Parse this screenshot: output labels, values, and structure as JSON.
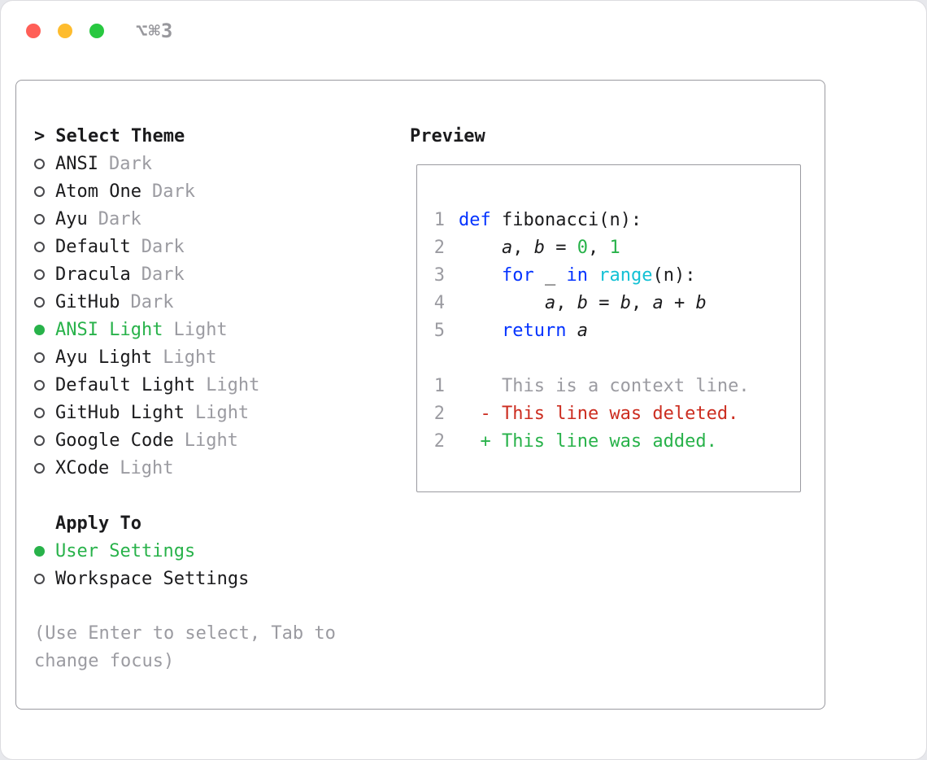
{
  "window": {
    "title": "⌥⌘3"
  },
  "colors": {
    "text": "#1b1b1d",
    "muted_gray": "#9b9ba1",
    "accent_green": "#28b24a",
    "keyword_blue": "#0433ff",
    "builtin_cyan": "#13c1d5",
    "deleted_red": "#cc2d20",
    "border": "#9a9aa0",
    "traffic_red": "#ff5f57",
    "traffic_yellow": "#febc2e",
    "traffic_green": "#28c840"
  },
  "theme_picker": {
    "header_prefix": ">",
    "header": "Select Theme",
    "items": [
      {
        "name": "ANSI",
        "variant": "Dark",
        "selected": false
      },
      {
        "name": "Atom One",
        "variant": "Dark",
        "selected": false
      },
      {
        "name": "Ayu",
        "variant": "Dark",
        "selected": false
      },
      {
        "name": "Default",
        "variant": "Dark",
        "selected": false
      },
      {
        "name": "Dracula",
        "variant": "Dark",
        "selected": false
      },
      {
        "name": "GitHub",
        "variant": "Dark",
        "selected": false
      },
      {
        "name": "ANSI Light",
        "variant": "Light",
        "selected": true
      },
      {
        "name": "Ayu Light",
        "variant": "Light",
        "selected": false
      },
      {
        "name": "Default Light",
        "variant": "Light",
        "selected": false
      },
      {
        "name": "GitHub Light",
        "variant": "Light",
        "selected": false
      },
      {
        "name": "Google Code",
        "variant": "Light",
        "selected": false
      },
      {
        "name": "XCode",
        "variant": "Light",
        "selected": false
      }
    ]
  },
  "apply_to": {
    "header": "Apply To",
    "options": [
      {
        "label": "User Settings",
        "selected": true
      },
      {
        "label": "Workspace Settings",
        "selected": false
      }
    ]
  },
  "hint": "(Use Enter to select, Tab to change focus)",
  "preview": {
    "header": "Preview",
    "code_lines": [
      {
        "num": "1",
        "tokens": [
          {
            "t": "def",
            "c": "kw"
          },
          {
            "t": " fibonacci(n):",
            "c": "plain"
          }
        ]
      },
      {
        "num": "2",
        "tokens": [
          {
            "t": "    ",
            "c": "plain"
          },
          {
            "t": "a",
            "c": "var"
          },
          {
            "t": ", ",
            "c": "plain"
          },
          {
            "t": "b",
            "c": "var"
          },
          {
            "t": " = ",
            "c": "plain"
          },
          {
            "t": "0",
            "c": "num"
          },
          {
            "t": ", ",
            "c": "plain"
          },
          {
            "t": "1",
            "c": "num"
          }
        ]
      },
      {
        "num": "3",
        "tokens": [
          {
            "t": "    ",
            "c": "plain"
          },
          {
            "t": "for",
            "c": "kw"
          },
          {
            "t": " _ ",
            "c": "plain"
          },
          {
            "t": "in",
            "c": "kw"
          },
          {
            "t": " ",
            "c": "plain"
          },
          {
            "t": "range",
            "c": "builtin"
          },
          {
            "t": "(n):",
            "c": "plain"
          }
        ]
      },
      {
        "num": "4",
        "tokens": [
          {
            "t": "        ",
            "c": "plain"
          },
          {
            "t": "a",
            "c": "var"
          },
          {
            "t": ", ",
            "c": "plain"
          },
          {
            "t": "b",
            "c": "var"
          },
          {
            "t": " = ",
            "c": "plain"
          },
          {
            "t": "b",
            "c": "var"
          },
          {
            "t": ", ",
            "c": "plain"
          },
          {
            "t": "a",
            "c": "var"
          },
          {
            "t": " + ",
            "c": "plain"
          },
          {
            "t": "b",
            "c": "var"
          }
        ]
      },
      {
        "num": "5",
        "tokens": [
          {
            "t": "    ",
            "c": "plain"
          },
          {
            "t": "return",
            "c": "kw"
          },
          {
            "t": " ",
            "c": "plain"
          },
          {
            "t": "a",
            "c": "var"
          }
        ]
      }
    ],
    "diff_lines": [
      {
        "num": "1",
        "text": "    This is a context line.",
        "type": "context"
      },
      {
        "num": "2",
        "text": "  - This line was deleted.",
        "type": "deleted"
      },
      {
        "num": "2",
        "text": "  + This line was added.",
        "type": "added"
      }
    ]
  }
}
